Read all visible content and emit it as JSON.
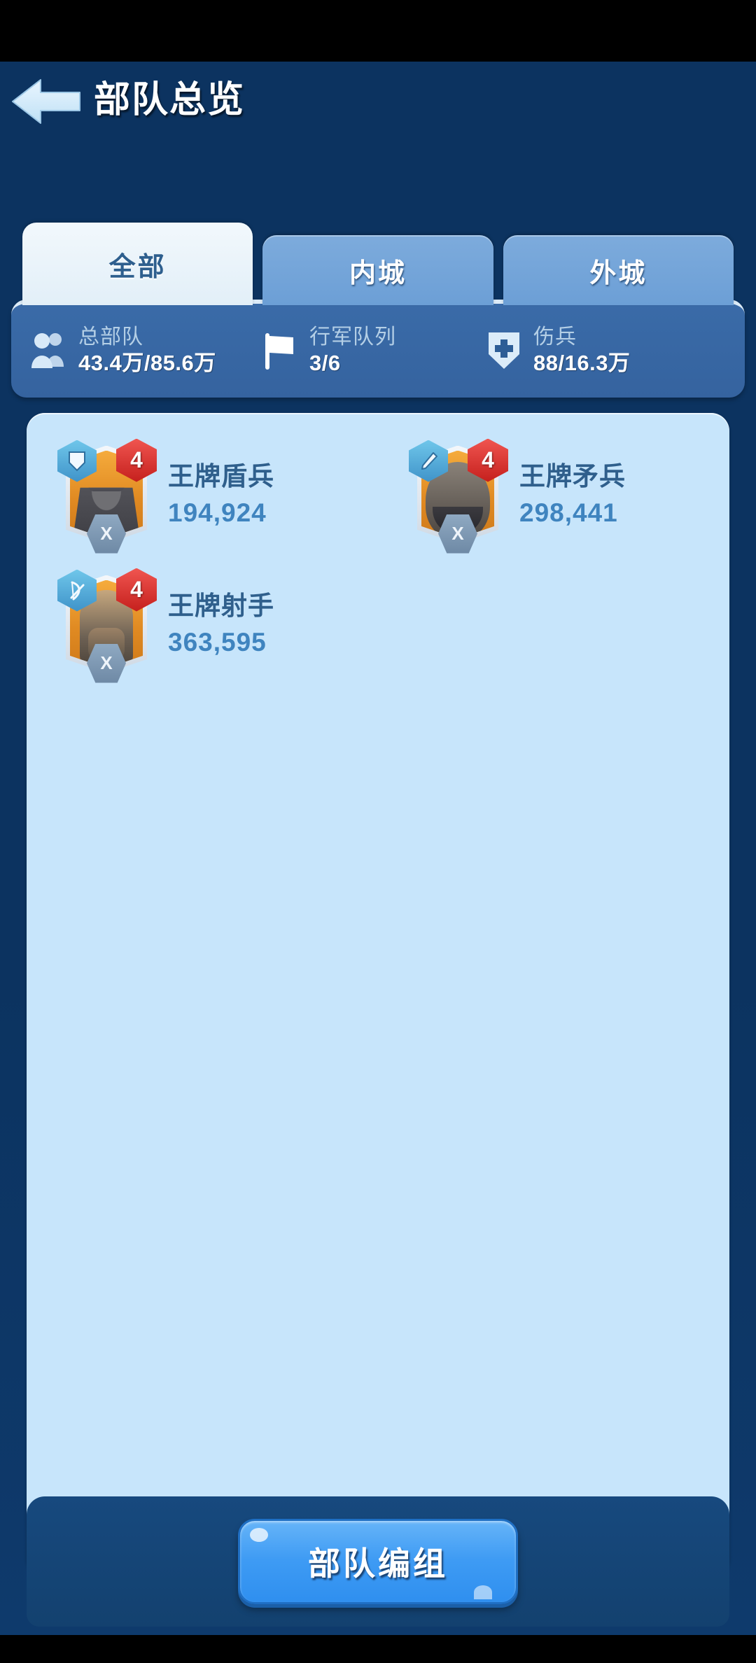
{
  "colors": {
    "screen_bg": "#0c3360",
    "panel_bg": "#c7e5fb",
    "stats_bg": "#35639f",
    "accent_blue": "#3e9bf4",
    "tier_red": "#c5201d",
    "troop_name": "#2f5f8c",
    "troop_count": "#3f84bf"
  },
  "header": {
    "title": "部队总览",
    "back_icon": "back-arrow-icon"
  },
  "tabs": [
    {
      "label": "全部",
      "active": true
    },
    {
      "label": "内城",
      "active": false
    },
    {
      "label": "外城",
      "active": false
    }
  ],
  "stats": [
    {
      "icon": "people-icon",
      "label": "总部队",
      "value": "43.4万/85.6万"
    },
    {
      "icon": "flag-icon",
      "label": "行军队列",
      "value": "3/6"
    },
    {
      "icon": "medic-shield-icon",
      "label": "伤兵",
      "value": "88/16.3万"
    }
  ],
  "troops": [
    {
      "name": "王牌盾兵",
      "count": "194,924",
      "tier": "4",
      "type_icon": "shield-icon",
      "lock_badge": "X",
      "art": "art-shield"
    },
    {
      "name": "王牌矛兵",
      "count": "298,441",
      "tier": "4",
      "type_icon": "spear-icon",
      "lock_badge": "X",
      "art": "art-spear"
    },
    {
      "name": "王牌射手",
      "count": "363,595",
      "tier": "4",
      "type_icon": "bow-icon",
      "lock_badge": "X",
      "art": "art-archer"
    }
  ],
  "footer": {
    "primary_button": "部队编组"
  }
}
